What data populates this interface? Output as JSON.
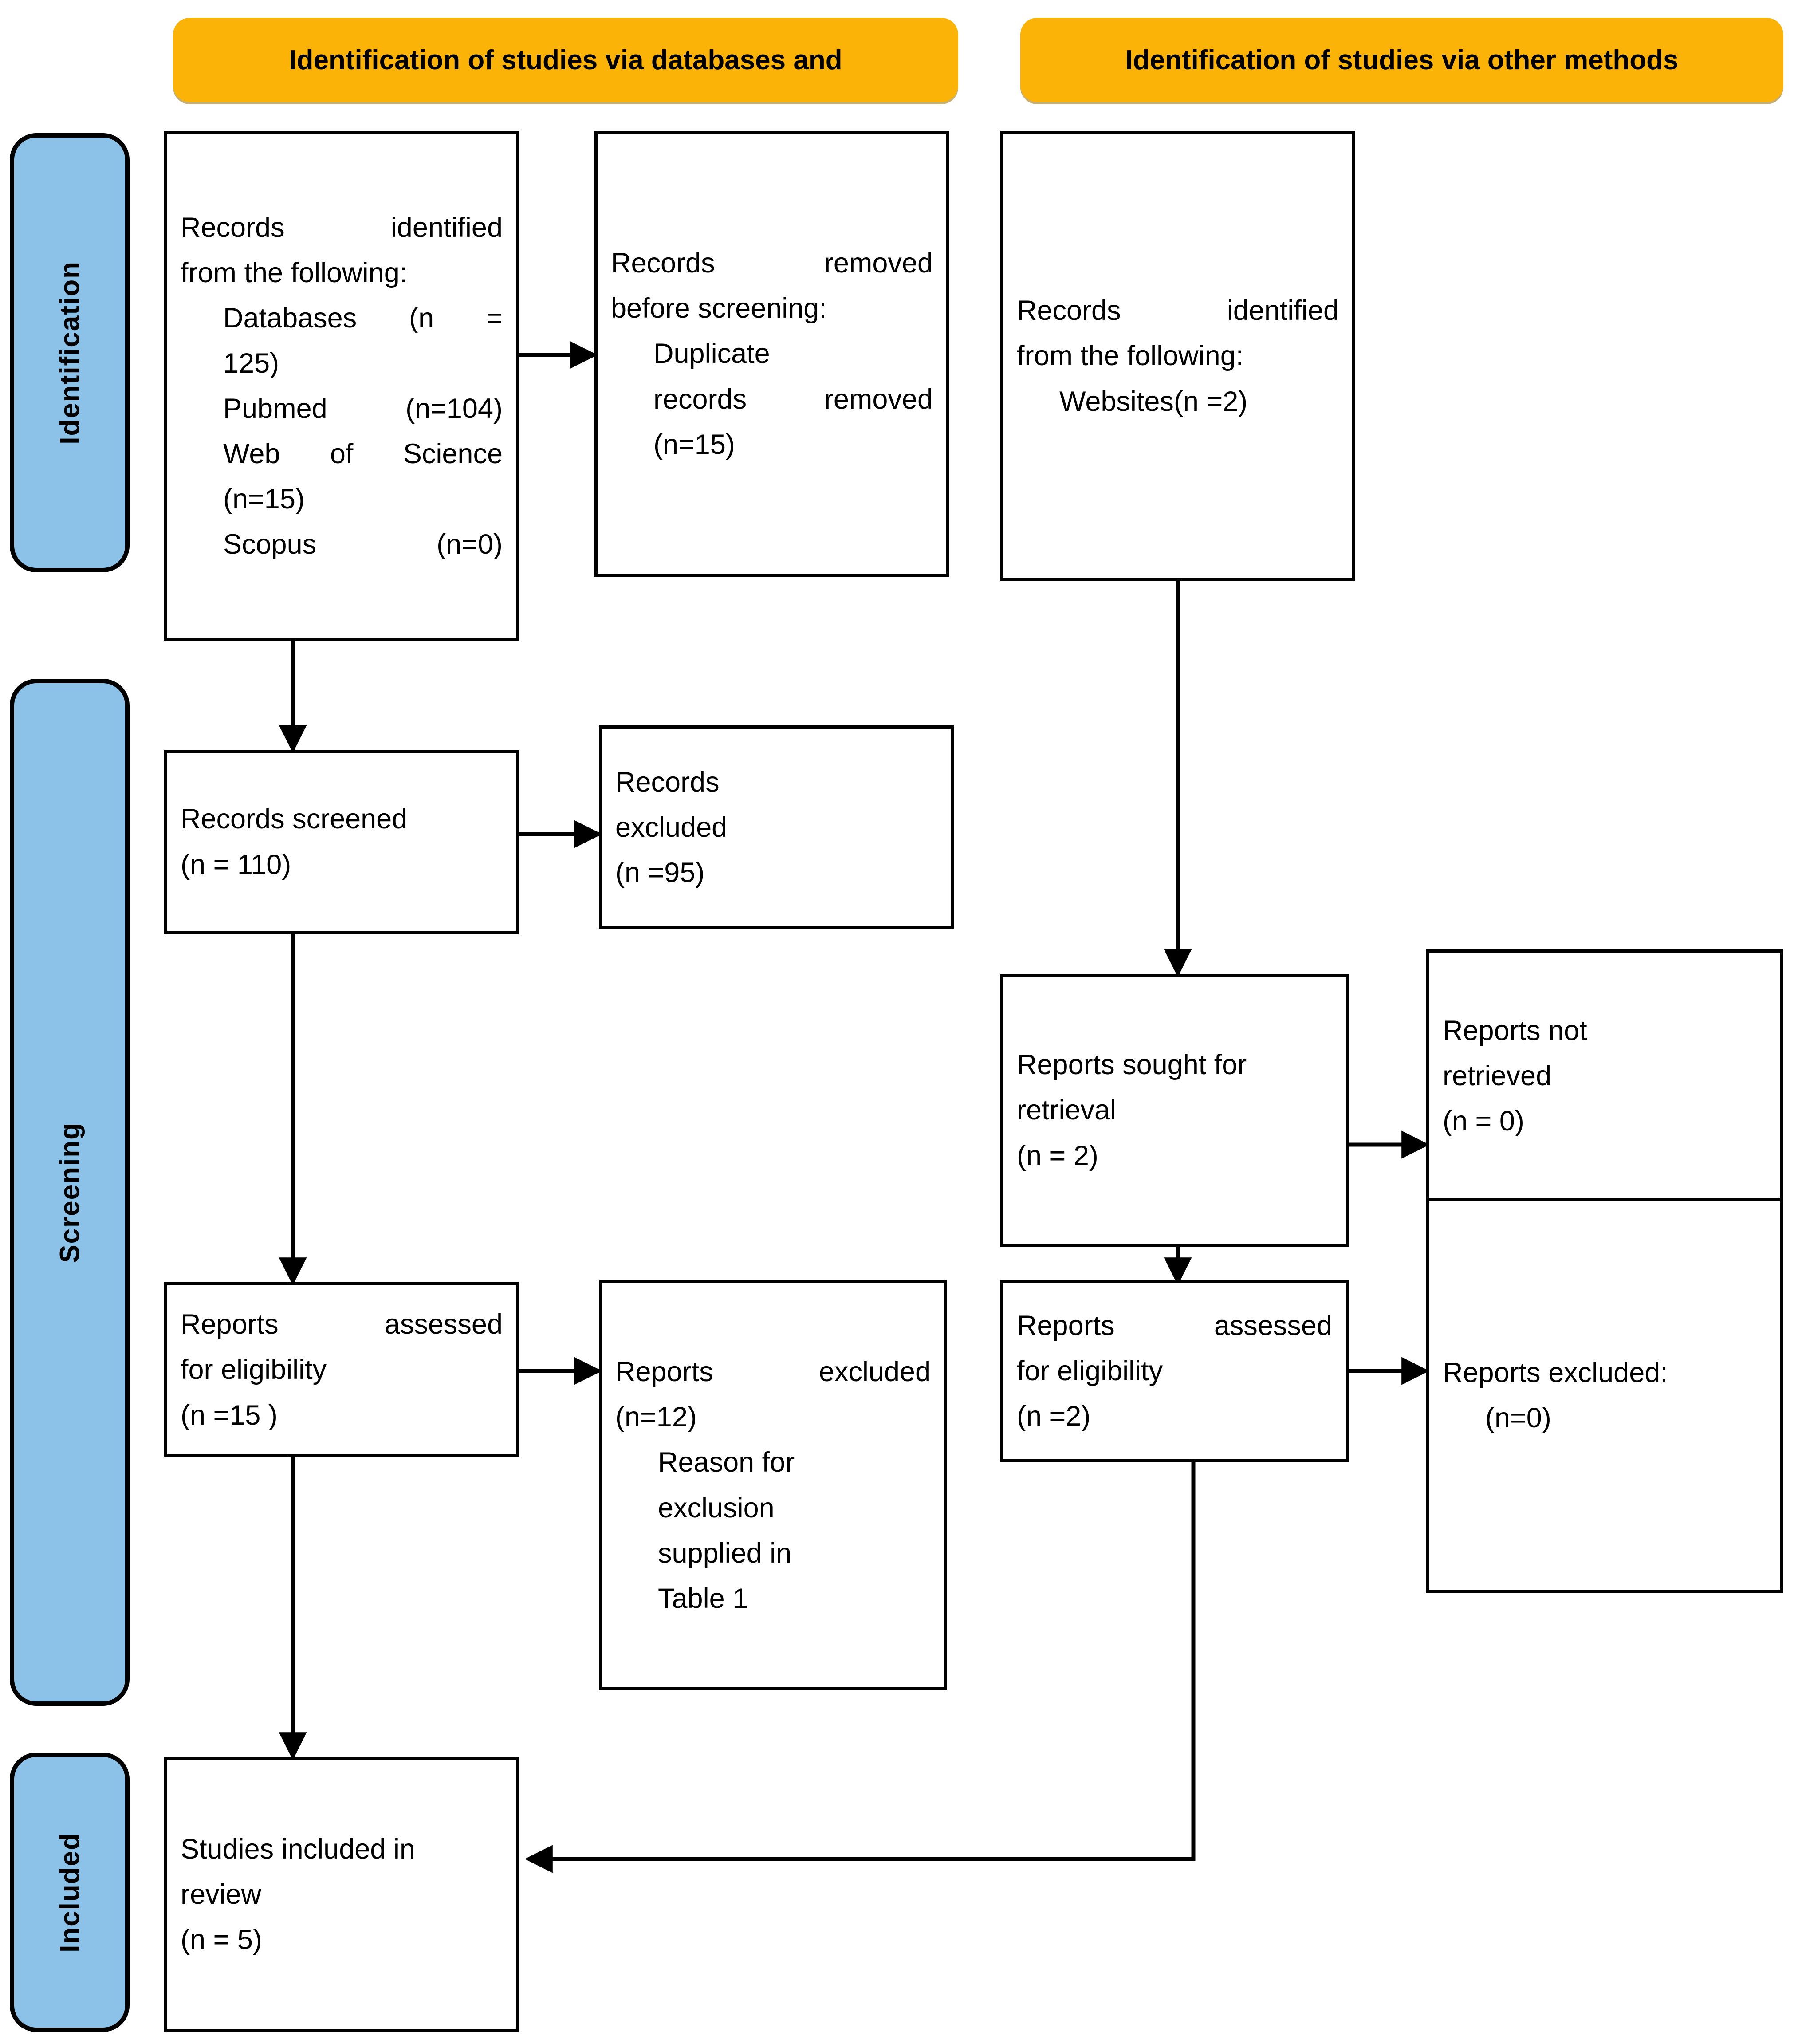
{
  "colors": {
    "phase_pill_fill": "#8CC2E8",
    "banner_fill": "#FBB308",
    "box_stroke": "#000000",
    "page_background": "#ffffff"
  },
  "phases": [
    {
      "id": "identification",
      "label": "Identification"
    },
    {
      "id": "screening",
      "label": "Screening"
    },
    {
      "id": "included",
      "label": "Included"
    }
  ],
  "headers": [
    {
      "id": "databases",
      "label": "Identification of studies via databases and"
    },
    {
      "id": "other-methods",
      "label": "Identification of studies via other methods"
    }
  ],
  "boxes": {
    "records_identified_db": {
      "lines": [
        {
          "text": "Records      identified",
          "style": "just"
        },
        {
          "text": "from the following:",
          "style": "plain"
        },
        {
          "text": "Databases   (n    =",
          "style": "indent just"
        },
        {
          "text": "125)",
          "style": "indent"
        },
        {
          "text": "Pubmed  (n=104)",
          "style": "indent just"
        },
        {
          "text": "Web  of  Science",
          "style": "indent just"
        },
        {
          "text": "(n=15)",
          "style": "indent"
        },
        {
          "text": "Scopus        (n=0)",
          "style": "indent just"
        }
      ]
    },
    "records_removed": {
      "lines": [
        {
          "text": "Records      removed",
          "style": "just"
        },
        {
          "text": "before screening:",
          "style": "plain"
        },
        {
          "text": "Duplicate",
          "style": "indent"
        },
        {
          "text": "records  removed",
          "style": "indent just"
        },
        {
          "text": "(n=15)",
          "style": "indent"
        }
      ]
    },
    "records_identified_other": {
      "lines": [
        {
          "text": "Records   identified",
          "style": "just"
        },
        {
          "text": "from the following:",
          "style": "plain"
        },
        {
          "text": "Websites(n =2)",
          "style": "indent"
        }
      ]
    },
    "records_screened": {
      "lines": [
        {
          "text": "Records screened",
          "style": "plain"
        },
        {
          "text": "(n = 110)",
          "style": "plain"
        }
      ]
    },
    "records_excluded": {
      "lines": [
        {
          "text": "Records",
          "style": "plain"
        },
        {
          "text": "excluded",
          "style": "plain"
        },
        {
          "text": "(n =95)",
          "style": "plain"
        }
      ]
    },
    "reports_sought": {
      "lines": [
        {
          "text": "Reports sought for",
          "style": "plain"
        },
        {
          "text": "retrieval",
          "style": "plain"
        },
        {
          "text": "(n = 2)",
          "style": "plain"
        }
      ]
    },
    "reports_not_retrieved": {
      "lines": [
        {
          "text": "Reports not",
          "style": "plain"
        },
        {
          "text": "retrieved",
          "style": "plain"
        },
        {
          "text": "(n = 0)",
          "style": "plain"
        }
      ]
    },
    "reports_assessed_db": {
      "lines": [
        {
          "text": "Reports   assessed",
          "style": "just"
        },
        {
          "text": "for eligibility",
          "style": "plain"
        },
        {
          "text": "(n =15 )",
          "style": "plain"
        }
      ]
    },
    "reports_excluded_db": {
      "lines": [
        {
          "text": "Reports   excluded",
          "style": "just"
        },
        {
          "text": "(n=12)",
          "style": "plain"
        },
        {
          "text": "Reason for",
          "style": "indent"
        },
        {
          "text": "exclusion",
          "style": "indent"
        },
        {
          "text": "supplied in",
          "style": "indent"
        },
        {
          "text": "Table 1",
          "style": "indent"
        }
      ]
    },
    "reports_assessed_other": {
      "lines": [
        {
          "text": "Reports   assessed",
          "style": "just"
        },
        {
          "text": "for eligibility",
          "style": "plain"
        },
        {
          "text": "(n =2)",
          "style": "plain"
        }
      ]
    },
    "reports_excluded_other": {
      "lines": [
        {
          "text": "Reports excluded:",
          "style": "plain"
        },
        {
          "text": "(n=0)",
          "style": "indent"
        }
      ]
    },
    "studies_included": {
      "lines": [
        {
          "text": "Studies included in",
          "style": "plain"
        },
        {
          "text": "review",
          "style": "plain"
        },
        {
          "text": "(n = 5)",
          "style": "plain"
        }
      ]
    }
  },
  "counts": {
    "databases_total": 125,
    "pubmed": 104,
    "web_of_science": 15,
    "scopus": 0,
    "websites": 2,
    "duplicates_removed": 15,
    "records_screened": 110,
    "records_excluded": 95,
    "reports_sought_other": 2,
    "reports_not_retrieved": 0,
    "reports_assessed_db": 15,
    "reports_excluded_db": 12,
    "reports_assessed_other": 2,
    "reports_excluded_other": 0,
    "studies_included": 5
  }
}
